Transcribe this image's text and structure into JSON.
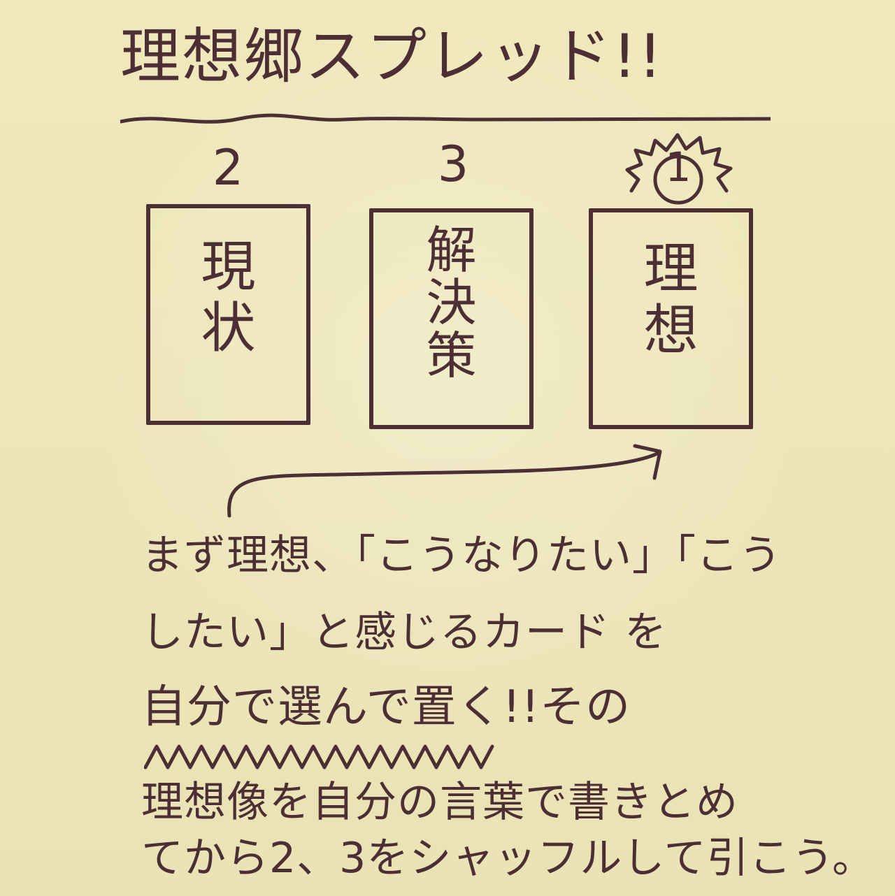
{
  "title": "理想郷スプレッド!!",
  "cards": [
    {
      "number": "2",
      "lines": [
        "現",
        "状"
      ]
    },
    {
      "number": "3",
      "lines": [
        "解",
        "決",
        "策"
      ]
    },
    {
      "number": "1",
      "lines": [
        "理",
        "想"
      ]
    }
  ],
  "body": {
    "line1": "まず理想、「こうなりたい」「こう",
    "line2": "したい」と感じるカード を",
    "line3": "自分で選んで置く!!その",
    "line4": "理想像を自分の言葉で書きとめ",
    "line5": "てから2、3をシャッフルして引こう。"
  },
  "colors": {
    "ink": "#4b2f35",
    "paper": "#efe7b9"
  }
}
